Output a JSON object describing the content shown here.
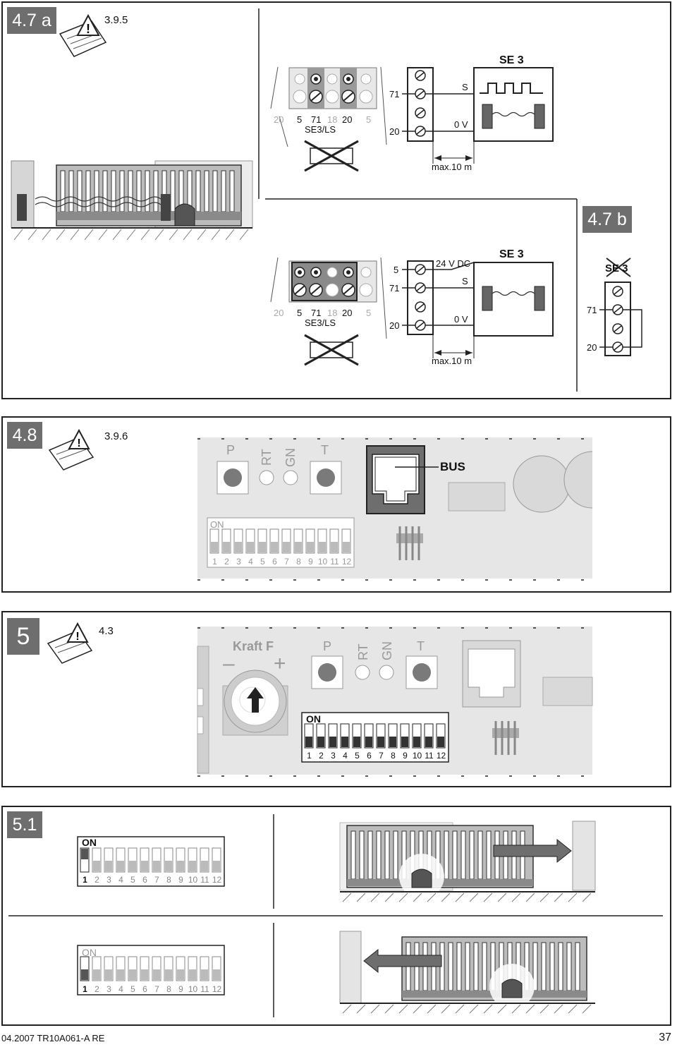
{
  "panels": {
    "p47": {
      "tag_a": "4.7 a",
      "ref_a": "3.9.5",
      "tag_b": "4.7 b",
      "terminals_top": [
        "20",
        "5",
        "71",
        "18",
        "20",
        "5"
      ],
      "terminal_caption": "SE3/LS",
      "wire_labels": {
        "t71": "71",
        "t20": "20",
        "t5": "5"
      },
      "se3_label": "SE 3",
      "signal_label": "S",
      "zero_v_label": "0 V",
      "dc_label": "24 V DC",
      "distance_label": "max.10 m",
      "crossed_se3_label": "SE 3"
    },
    "p48": {
      "tag": "4.8",
      "ref": "3.9.6",
      "labels": {
        "p": "P",
        "rt": "RT",
        "gn": "GN",
        "t": "T",
        "bus": "BUS",
        "on": "ON"
      },
      "dip_numbers": [
        "1",
        "2",
        "3",
        "4",
        "5",
        "6",
        "7",
        "8",
        "9",
        "10",
        "11",
        "12"
      ]
    },
    "p5": {
      "tag": "5",
      "ref": "4.3",
      "labels": {
        "kraft": "Kraft F",
        "minus": "–",
        "plus": "+",
        "p": "P",
        "rt": "RT",
        "gn": "GN",
        "t": "T",
        "on": "ON"
      },
      "dip_numbers": [
        "1",
        "2",
        "3",
        "4",
        "5",
        "6",
        "7",
        "8",
        "9",
        "10",
        "11",
        "12"
      ]
    },
    "p51": {
      "tag": "5.1",
      "on_label": "ON",
      "dip_numbers": [
        "1",
        "2",
        "3",
        "4",
        "5",
        "6",
        "7",
        "8",
        "9",
        "10",
        "11",
        "12"
      ]
    }
  },
  "footer": {
    "left": "04.2007  TR10A061-A  RE",
    "page": "37"
  },
  "colors": {
    "tag_bg": "#6e6e6e",
    "dark": "#222222",
    "mid_gray": "#8a8a8a",
    "light_gray": "#d9d9d9",
    "board": "#e6e6e6"
  }
}
